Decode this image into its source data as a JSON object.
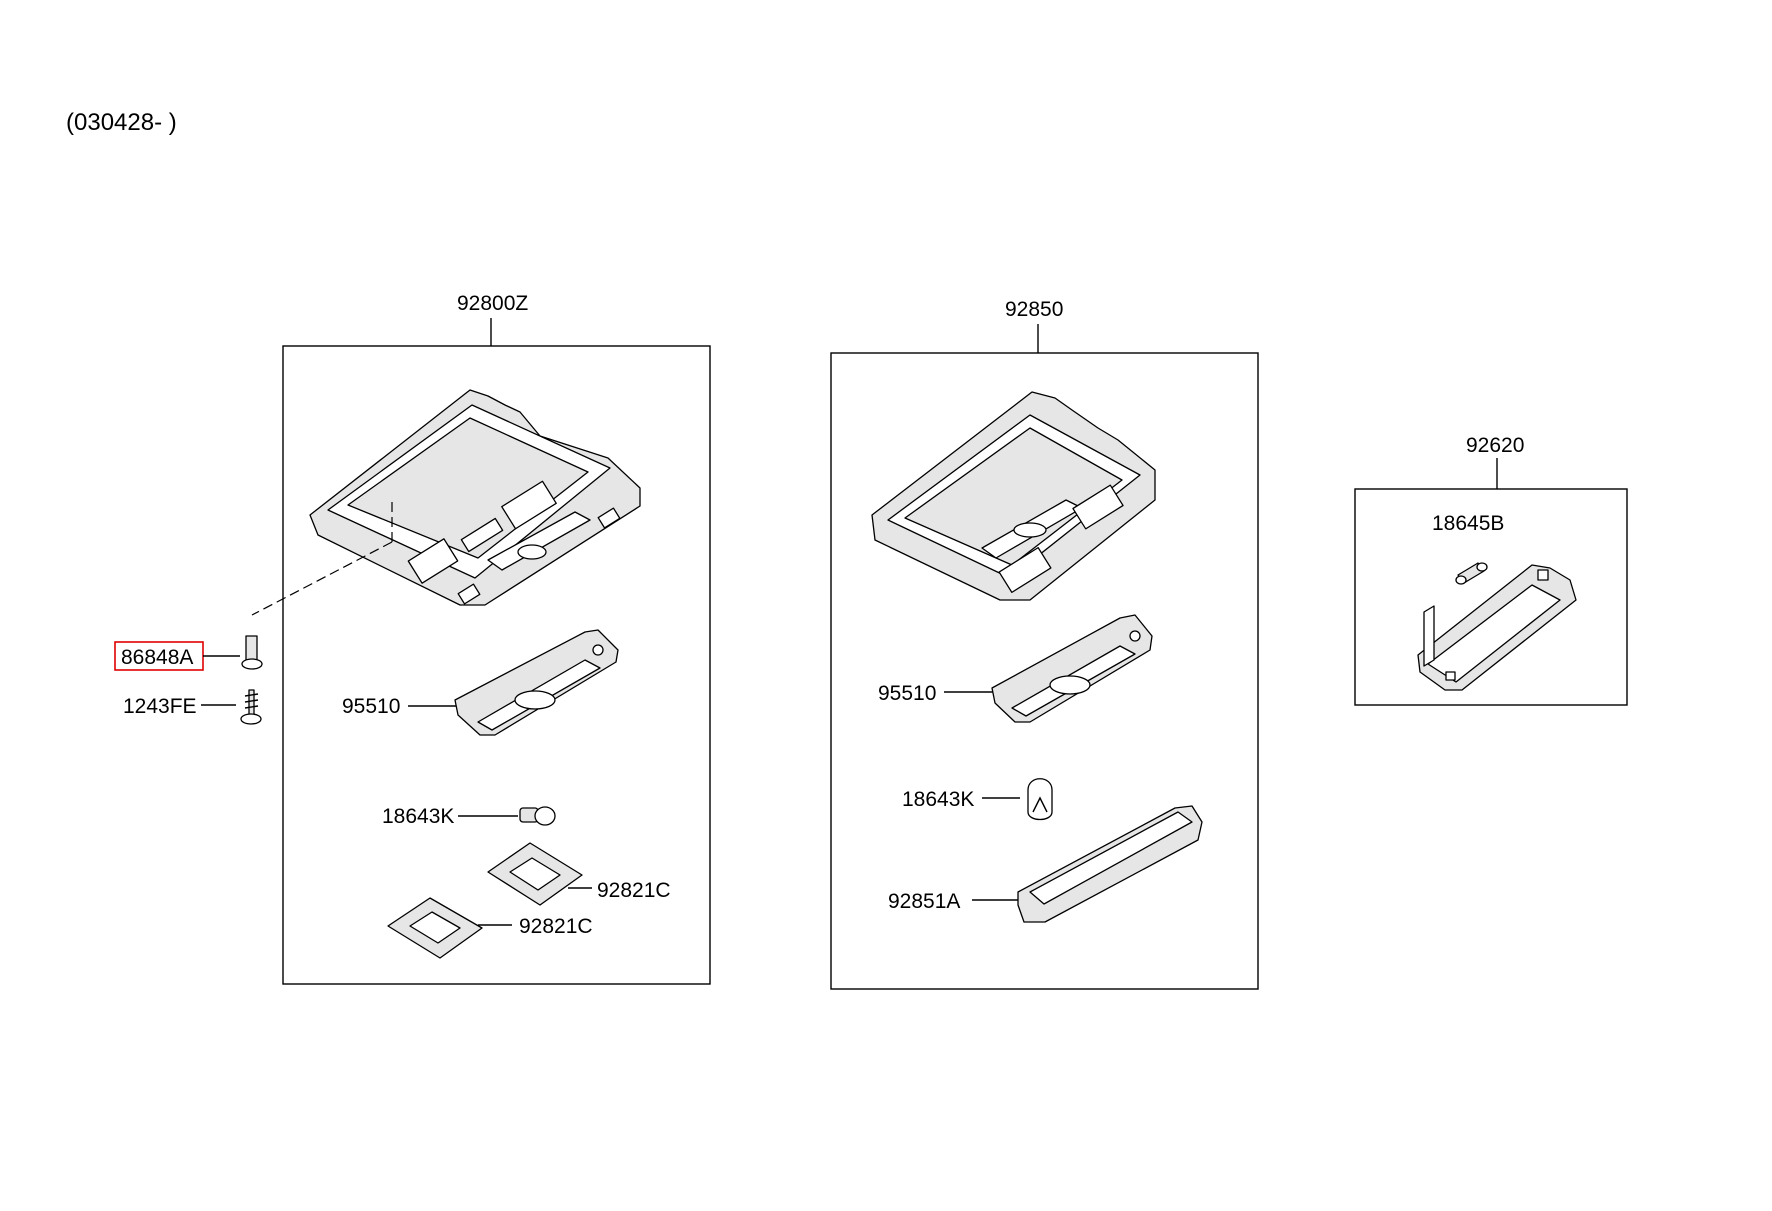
{
  "diagram": {
    "date_note": "(030428- )",
    "assemblies": [
      {
        "part_no": "92800Z"
      },
      {
        "part_no": "92850"
      },
      {
        "part_no": "92620"
      }
    ],
    "labels": {
      "p86848A": "86848A",
      "p1243FE": "1243FE",
      "p95510_a": "95510",
      "p18643K_a": "18643K",
      "p92821C_a": "92821C",
      "p92821C_b": "92821C",
      "p95510_b": "95510",
      "p18643K_b": "18643K",
      "p92851A": "92851A",
      "p18645B": "18645B"
    },
    "highlight_color": "#e00000"
  }
}
